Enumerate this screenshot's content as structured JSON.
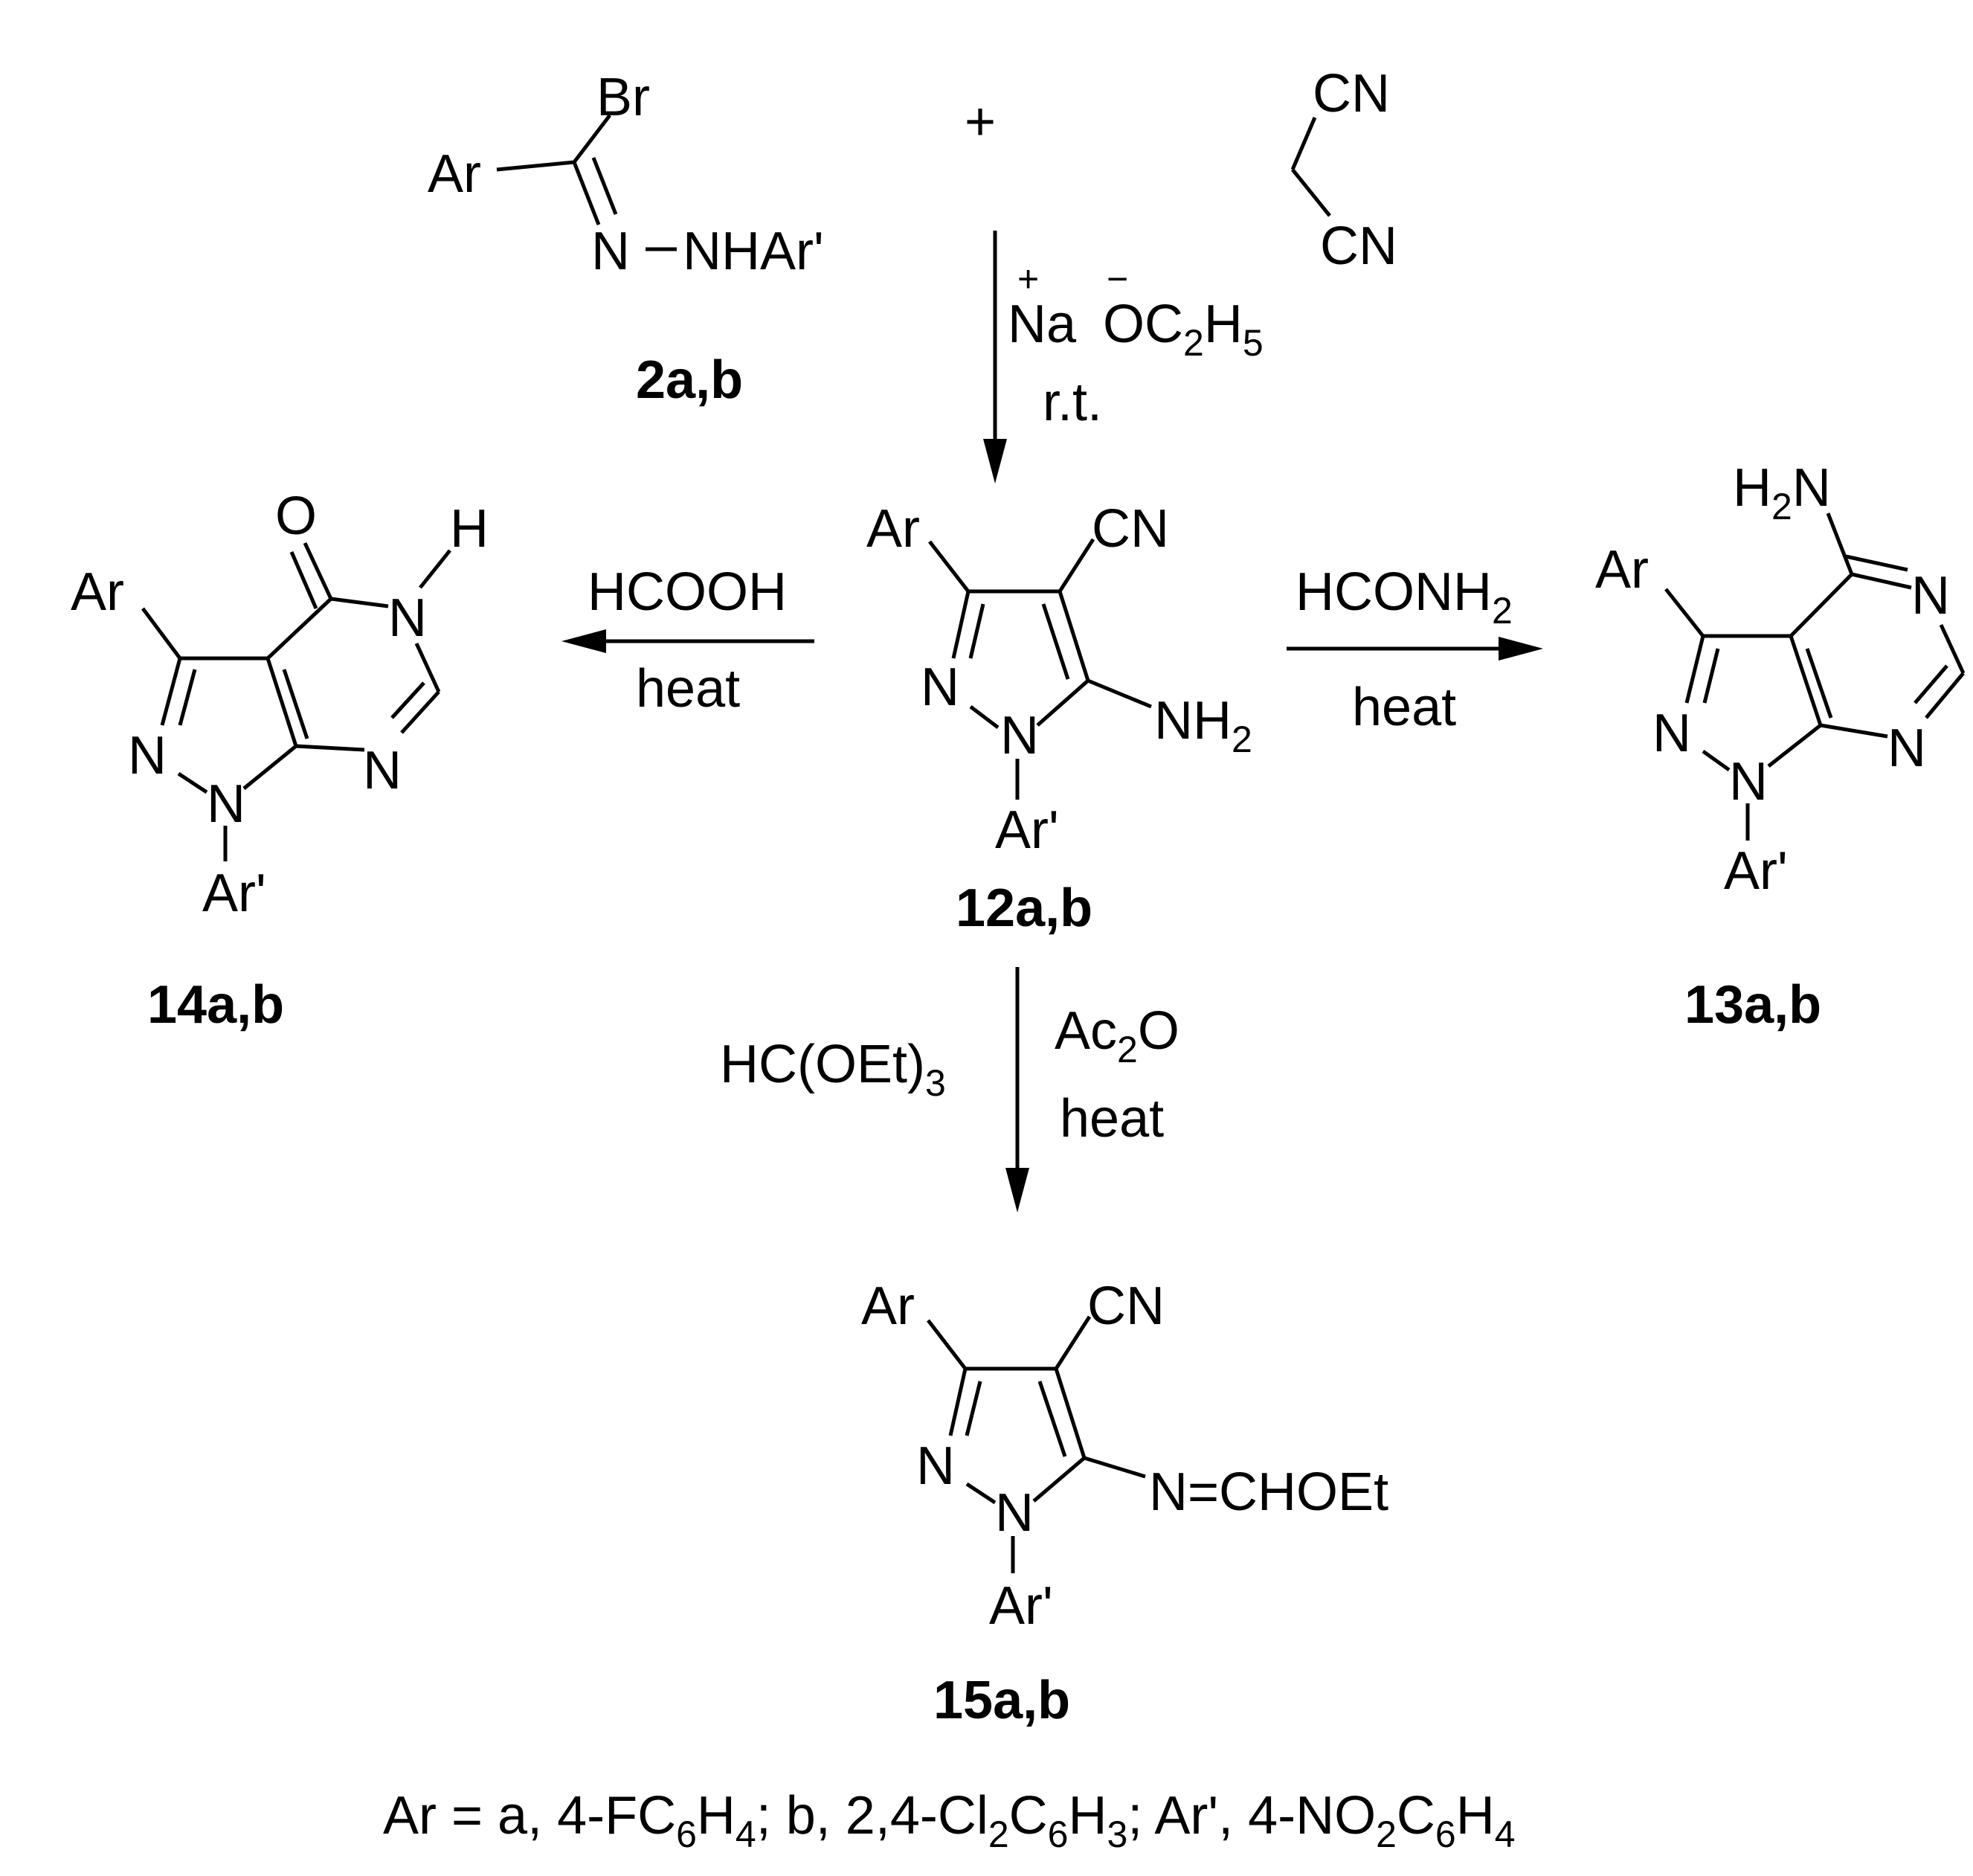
{
  "reactants": {
    "hydrazonoyl_bromide": {
      "br": "Br",
      "ar": "Ar",
      "n": "N",
      "nhar": "NHAr'",
      "label": "2a,b"
    },
    "plus": "+",
    "malononitrile": {
      "cn_top": "CN",
      "cn_bottom": "CN"
    }
  },
  "conditions": {
    "step1": {
      "na": "Na",
      "na_charge": "+",
      "base": "OC",
      "base_sub1": "2",
      "base_h": "H",
      "base_sub2": "5",
      "base_charge": "−",
      "temp": "r.t."
    },
    "to14": {
      "reagent": "HCOOH",
      "cond": "heat"
    },
    "to13": {
      "reagent": "HCONH",
      "reagent_sub": "2",
      "cond": "heat"
    },
    "to15": {
      "reagent_left": "HC(OEt)",
      "reagent_left_sub": "3",
      "reagent_right": "Ac",
      "reagent_right_sub": "2",
      "reagent_right_tail": "O",
      "cond": "heat"
    }
  },
  "compound12": {
    "ar": "Ar",
    "cn": "CN",
    "n1": "N",
    "n2": "N",
    "nh": "NH",
    "nh_sub": "2",
    "ar2": "Ar'",
    "label": "12a,b"
  },
  "compound14": {
    "o": "O",
    "h": "H",
    "ar": "Ar",
    "n_h": "N",
    "n_py": "N",
    "n1": "N",
    "n2": "N",
    "ar2": "Ar'",
    "label": "14a,b"
  },
  "compound13": {
    "h": "H",
    "h_sub": "2",
    "n_amino": "N",
    "ar": "Ar",
    "n_a": "N",
    "n_b": "N",
    "n1": "N",
    "n2": "N",
    "ar2": "Ar'",
    "label": "13a,b"
  },
  "compound15": {
    "ar": "Ar",
    "cn": "CN",
    "n1": "N",
    "n2": "N",
    "imidate": "N=CHOEt",
    "ar2": "Ar'",
    "label": "15a,b"
  },
  "footnote": {
    "p1": "Ar = a, 4-FC",
    "s1": "6",
    "p2": "H",
    "s2": "4",
    "p3": "; b, 2,4-Cl",
    "s3": "2",
    "p4": "C",
    "s4": "6",
    "p5": "H",
    "s5": "3",
    "p6": "; Ar', 4-NO",
    "s6": "2",
    "p7": "C",
    "s7": "6",
    "p8": "H",
    "s8": "4"
  }
}
